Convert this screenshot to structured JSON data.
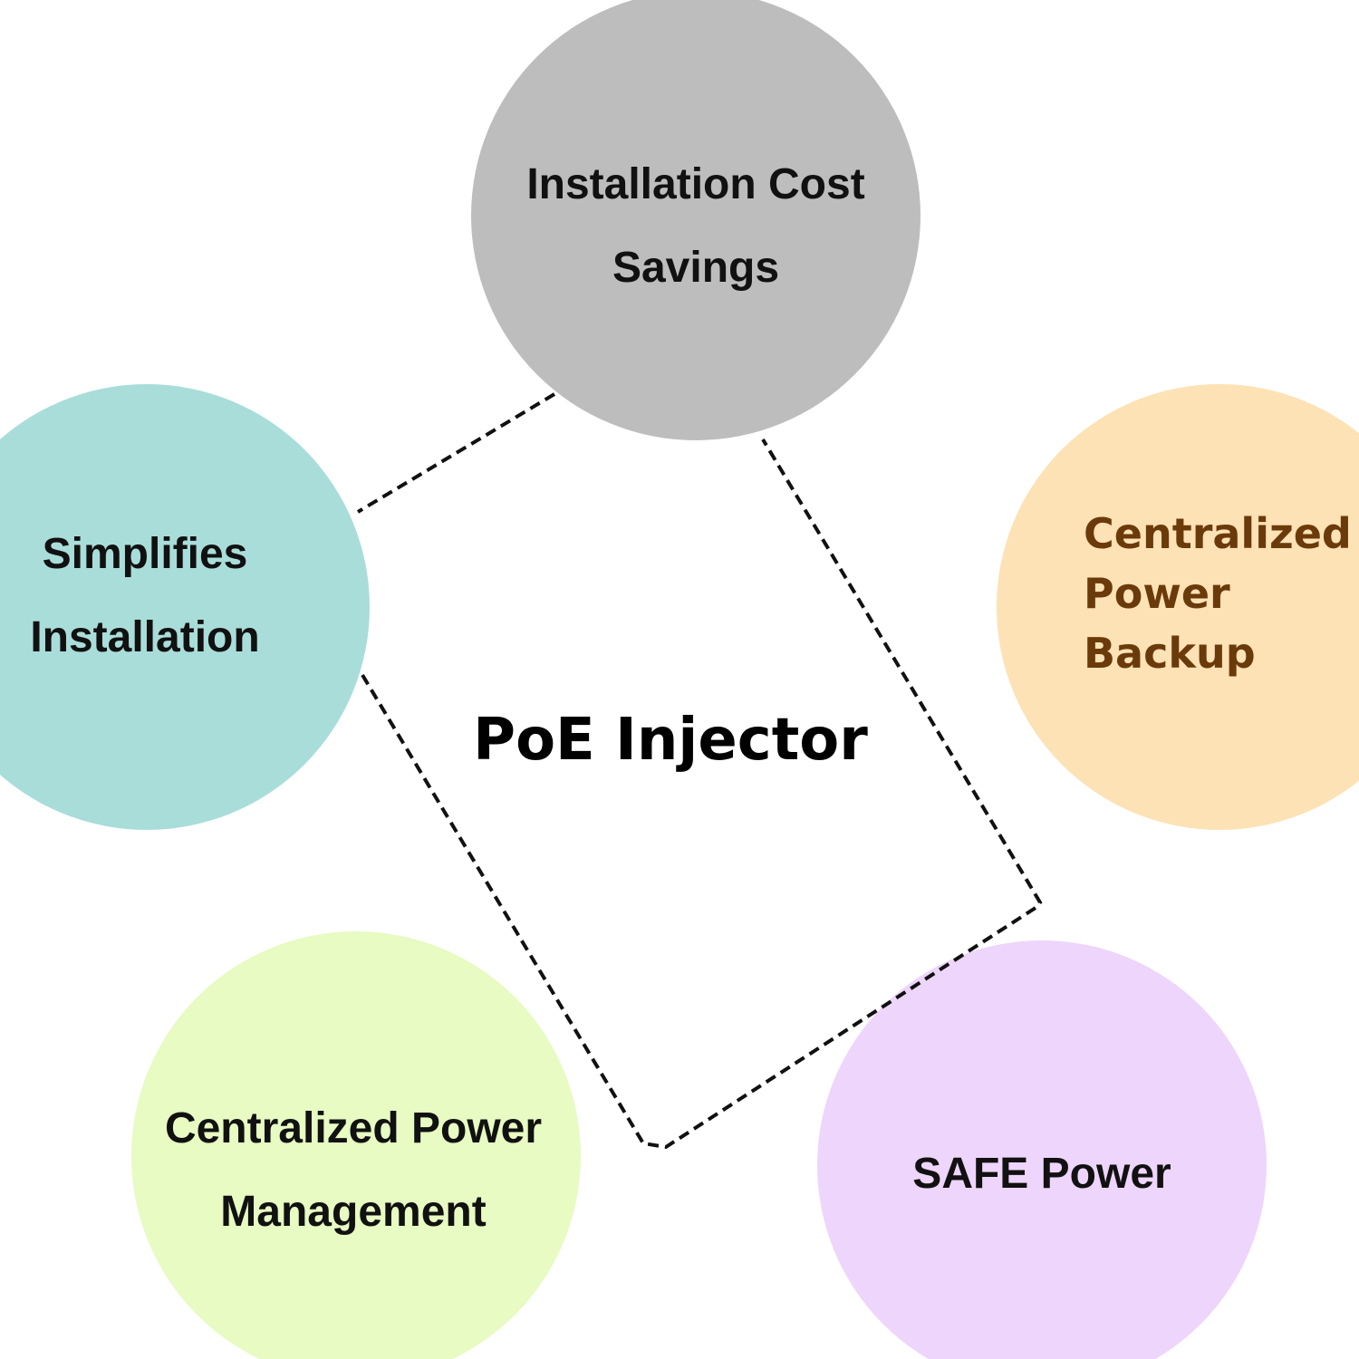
{
  "center": {
    "label": "PoE Injector"
  },
  "nodes": [
    {
      "line1": "Installation Cost",
      "line2": "Savings",
      "color": "#bdbdbd"
    },
    {
      "line1": "Simplifies",
      "line2": "Installation",
      "color": "#a9ddd9"
    },
    {
      "line1": "Centralized",
      "line2": "Power",
      "line3": "Backup",
      "color": "#fde2b5",
      "text_color": "#6b3a0a"
    },
    {
      "line1": "Centralized Power",
      "line2": "Management",
      "color": "#e7fbc2"
    },
    {
      "line1": "SAFE Power",
      "color": "#eed5fb"
    }
  ]
}
